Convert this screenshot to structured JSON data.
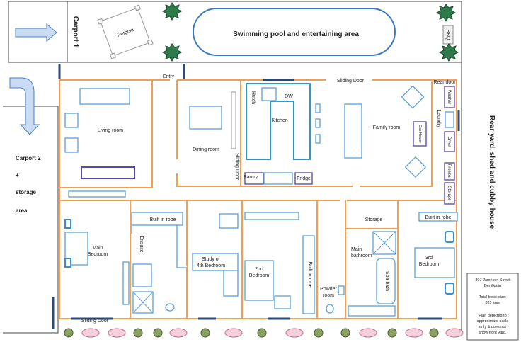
{
  "outdoor": {
    "carport1": "Carport 1",
    "pergola": "Pergola",
    "pool": "Swimming pool and entertaining area",
    "bbq": "BBQ",
    "carport2": [
      "Carport 2",
      "+",
      "storage",
      "area"
    ],
    "rear_yard": "Rear yard, shed and cubby house"
  },
  "rooms": {
    "entry": "Entry",
    "sliding_door_top": "Sliding Door",
    "rear_door": "Rear door",
    "living_room": "Living room",
    "dining_room": "Dining room",
    "sliding_door_side": "Sliding Door",
    "hutch": "Hutch",
    "dw": "DW",
    "kitchen": "Kitchen",
    "pantry": "Pantry",
    "fridge": "Fridge",
    "family_room": "Family room",
    "gas_heater": "Gas Heater",
    "laundry": "Laundry",
    "washer": "Washer",
    "dryer": "Dryer",
    "freezer": "Freezer",
    "laundry_storage": "Storage",
    "built_in_robe_main": "Built in robe",
    "main_bedroom": [
      "Main",
      "Bedroom"
    ],
    "ensuite": "Ensuite",
    "study": [
      "Study or",
      "4th Bedroom"
    ],
    "second_bedroom": [
      "2nd",
      "Bedroom"
    ],
    "built_in_robe_2": "Built in robe",
    "powder_room": [
      "Powder",
      "room"
    ],
    "storage": "Storage",
    "main_bathroom": [
      "Main",
      "bathroom"
    ],
    "spa_bath": "Spa bath",
    "built_in_robe_3": "Built in robe",
    "third_bedroom": [
      "3rd",
      "Bedroom"
    ],
    "sliding_door_bottom": "Sliding Door"
  },
  "info": {
    "address": [
      "307 Jameson Street",
      "Deniliquin"
    ],
    "block": [
      "Total  block size:",
      "825 sqm"
    ],
    "note": [
      "Plan depicted to",
      "approximate scale",
      "only & does not",
      "show front yard."
    ]
  }
}
